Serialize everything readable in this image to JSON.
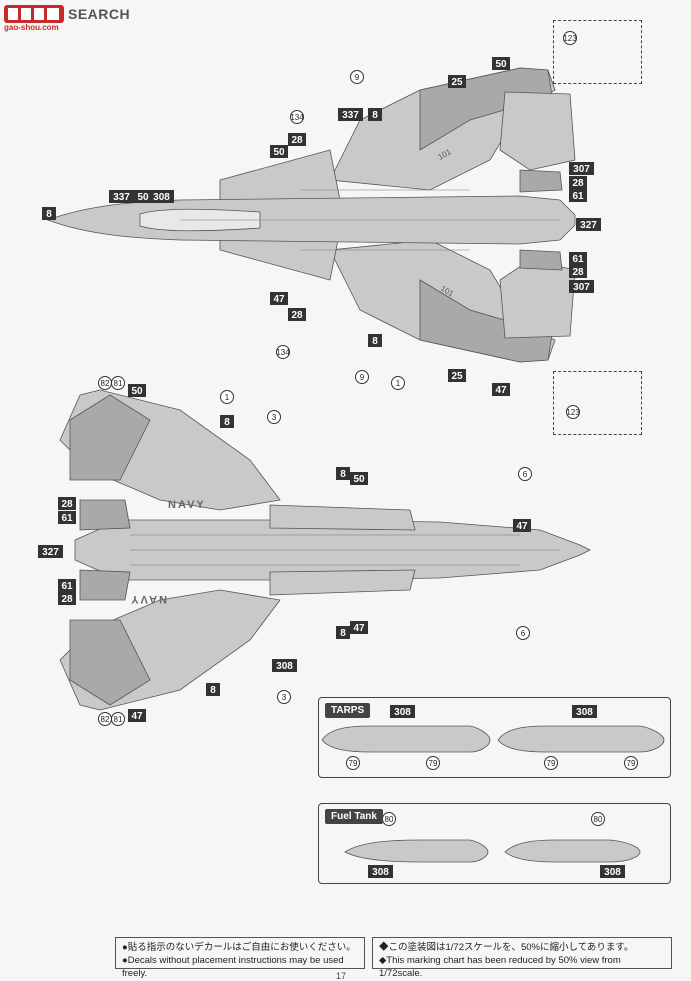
{
  "watermark": {
    "title": "SEARCH",
    "url": "gao-shou.com"
  },
  "callouts_top": [
    "8",
    "337",
    "50",
    "308",
    "134",
    "28",
    "50",
    "337",
    "8",
    "9",
    "25",
    "50",
    "307",
    "28",
    "61",
    "327",
    "61",
    "28",
    "307",
    "47",
    "28",
    "8",
    "134",
    "9",
    "1",
    "25",
    "47",
    "123",
    "123"
  ],
  "callouts_bottom": [
    "82",
    "81",
    "50",
    "1",
    "8",
    "3",
    "28",
    "61",
    "327",
    "61",
    "28",
    "8",
    "50",
    "6",
    "47",
    "8",
    "47",
    "6",
    "308",
    "3",
    "8",
    "82",
    "81",
    "47"
  ],
  "markings_text": {
    "navy_upper": "NAVY",
    "navy_lower": "NAVY",
    "modex_top": "101",
    "modex_bottom": "101"
  },
  "tarps": {
    "title": "TARPS",
    "labels": [
      "308",
      "79",
      "79",
      "308",
      "79",
      "79"
    ]
  },
  "fuel_tank": {
    "title": "Fuel Tank",
    "labels": [
      "80",
      "308",
      "80",
      "308"
    ]
  },
  "notes_left": [
    "●貼る指示のないデカールはご自由にお使いください。",
    "●Decals without placement instructions may be used freely."
  ],
  "notes_right": [
    "◆この塗装図は1/72スケールを、50%に縮小してあります。",
    "◆This marking chart has been reduced by 50% view from 1/72scale."
  ],
  "page_number": "17"
}
